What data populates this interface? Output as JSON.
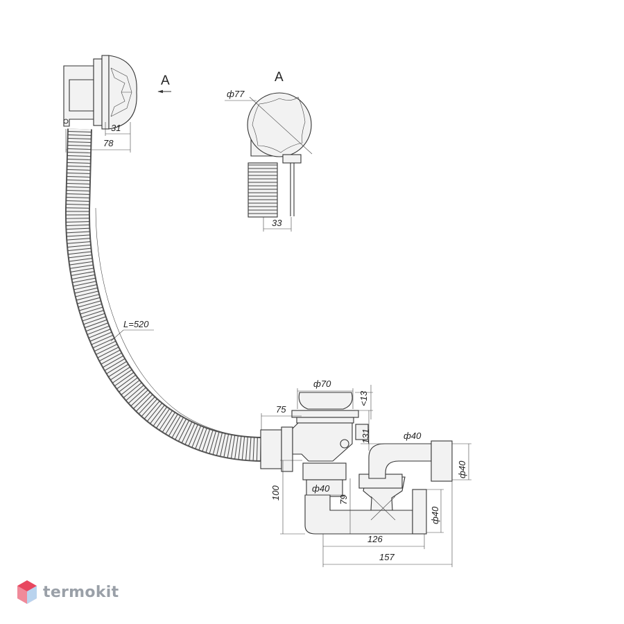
{
  "drawing": {
    "view_labels": {
      "section_marker": "A",
      "detail_view": "A"
    },
    "dimensions": {
      "d77": "ф77",
      "d31": "31",
      "d78": "78",
      "d33": "33",
      "hose_length": "L=520",
      "d70": "ф70",
      "d13": "<13",
      "d75": "75",
      "d131": "131",
      "d40_top": "ф40",
      "d40_vertical": "ф40",
      "d100": "100",
      "d40_outlet": "ф40",
      "d79": "79",
      "d40_lower": "ф40",
      "d126": "126",
      "d157": "157"
    }
  },
  "watermark": {
    "brand": "termokit",
    "accent": "#e8475f",
    "accent2": "#6fa8dc"
  }
}
